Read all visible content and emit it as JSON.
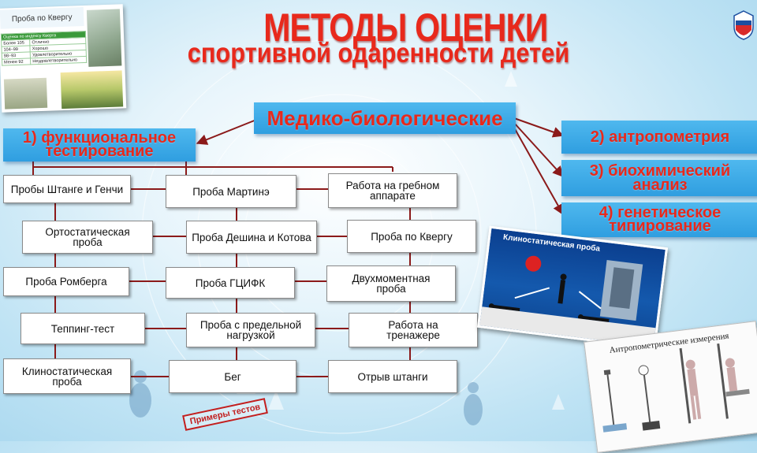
{
  "title": {
    "main": "МЕТОДЫ ОЦЕНКИ",
    "sub": "спортивной одаренности детей"
  },
  "thumbnail": {
    "header": "Проба по Квергу",
    "table_caption": "Оценка по индексу Кверга",
    "rows": [
      [
        "Более 105",
        "Отлично"
      ],
      [
        "104–99",
        "Хорошо"
      ],
      [
        "98–93",
        "Удовлетворительно"
      ],
      [
        "Менее 92",
        "Неудовлетворительно"
      ]
    ]
  },
  "root": {
    "label": "Медико-биологические"
  },
  "categories": {
    "functional": [
      "1) функциональное",
      "тестирование"
    ],
    "anthropometry": [
      "2) антропометрия"
    ],
    "biochemical": [
      "3) биохимический",
      "анализ"
    ],
    "genetic": [
      "4) генетическое",
      "типирование"
    ]
  },
  "tests": {
    "col1": [
      [
        "Пробы Штанге и Генчи"
      ],
      [
        "Ортостатическая",
        "проба"
      ],
      [
        "Проба Ромберга"
      ],
      [
        "Теппинг-тест"
      ],
      [
        "Клиностатическая",
        "проба"
      ]
    ],
    "col2": [
      [
        "Проба Мартинэ"
      ],
      [
        "Проба Дешина и Котова"
      ],
      [
        "Проба ГЦИФК"
      ],
      [
        "Проба с предельной",
        "нагрузкой"
      ],
      [
        "Бег"
      ]
    ],
    "col3": [
      [
        "Работа на гребном",
        "аппарате"
      ],
      [
        "Проба по Квергу"
      ],
      [
        "Двухмоментная",
        "проба"
      ],
      [
        "Работа на",
        "тренажере"
      ],
      [
        "Отрыв штанги"
      ]
    ]
  },
  "images": {
    "clino_title": "Клиностатическая проба",
    "anthro_title": "Антропометрические измерения"
  },
  "stamp": "Примеры тестов",
  "colors": {
    "title_red": "#e8291c",
    "category_blue": "#2f9ee0",
    "connector_dark_red": "#8b1a1a",
    "connector_dark": "#333333"
  }
}
